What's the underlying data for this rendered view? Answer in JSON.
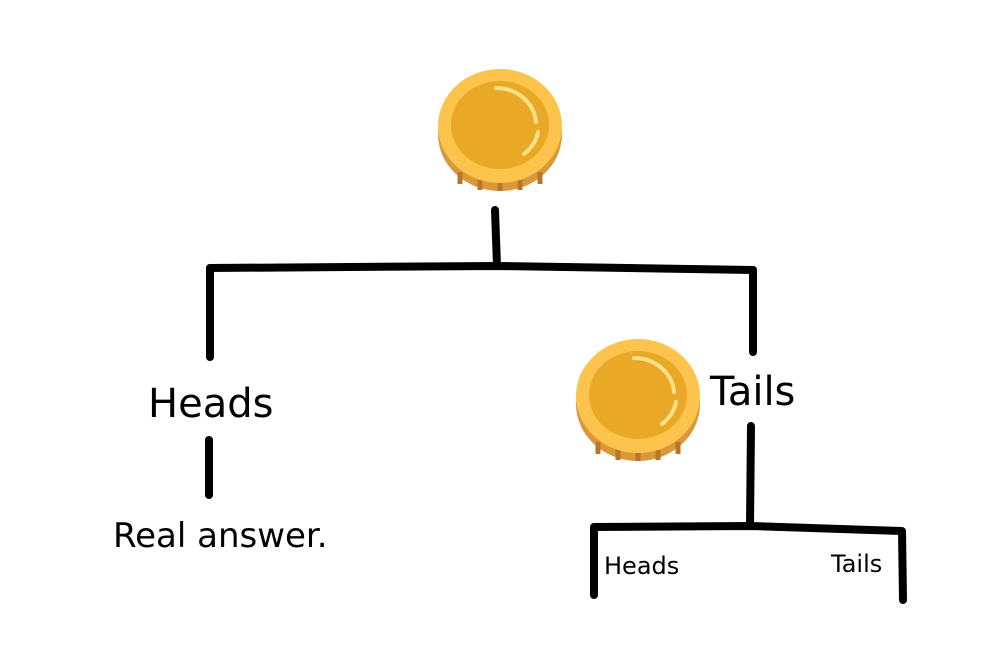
{
  "diagram": {
    "root": {
      "icon": "gold-coin-icon"
    },
    "branches": {
      "left": {
        "label": "Heads",
        "outcome": "Real answer."
      },
      "right": {
        "label": "Tails",
        "icon": "gold-coin-icon",
        "sub_branches": {
          "left_label": "Heads",
          "right_label": "Tails"
        }
      }
    }
  },
  "colors": {
    "line": "#000000",
    "coin_face": "#FDC44D",
    "coin_inner": "#E9A825",
    "coin_edge": "#C98A2E",
    "coin_highlight": "#FFE08A"
  }
}
